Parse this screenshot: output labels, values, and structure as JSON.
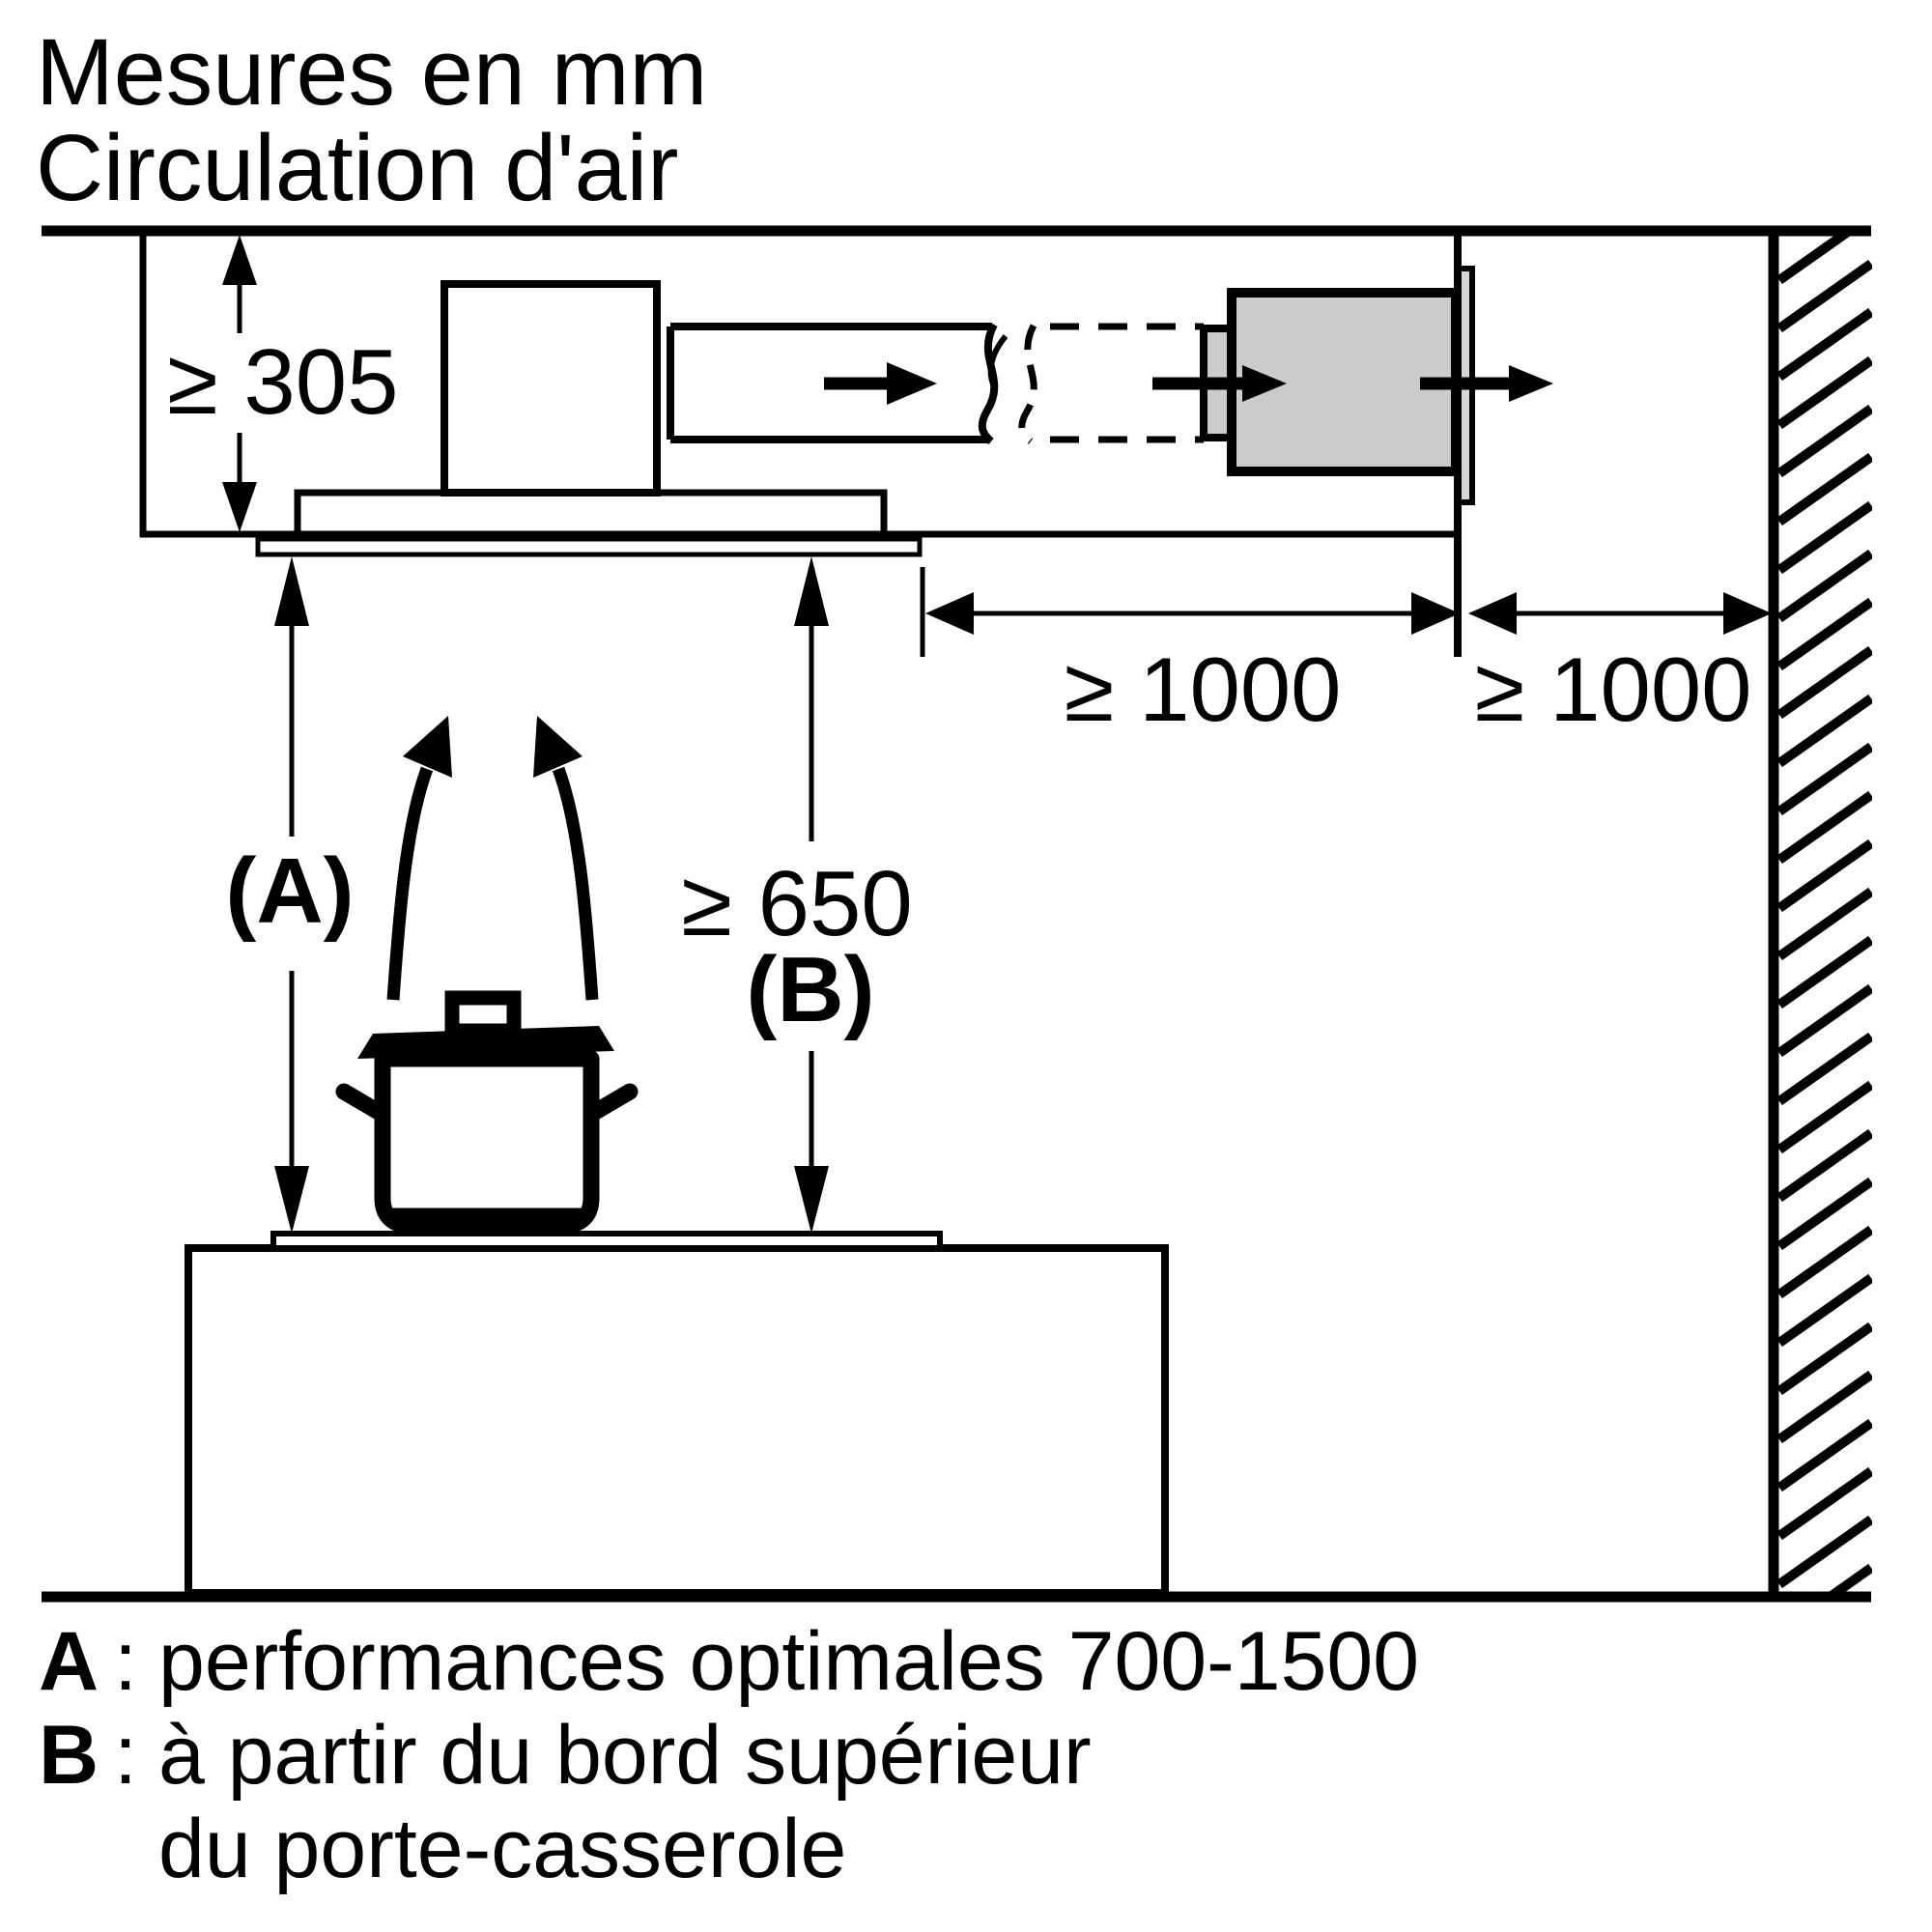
{
  "title": {
    "line1": "Mesures en mm",
    "line2": "Circulation d'air"
  },
  "dimensions": {
    "ceiling_clearance": "≥ 305",
    "distance_to_outlet": "≥ 1000",
    "distance_outlet_to_wall": "≥ 1000",
    "min_height_b": "≥ 650",
    "label_a": "(A)",
    "label_b": "(B)"
  },
  "legend": {
    "a_key": "A",
    "a_sep": ":",
    "a_text": "performances optimales 700-1500",
    "b_key": "B",
    "b_sep": ":",
    "b_text": "à partir du bord supérieur",
    "b_text2": "du porte-casserole"
  },
  "colors": {
    "line": "#000000",
    "fill_light_gray": "#cbcbcb",
    "fill_plate_gray": "#d6d6d6",
    "background": "#ffffff"
  }
}
